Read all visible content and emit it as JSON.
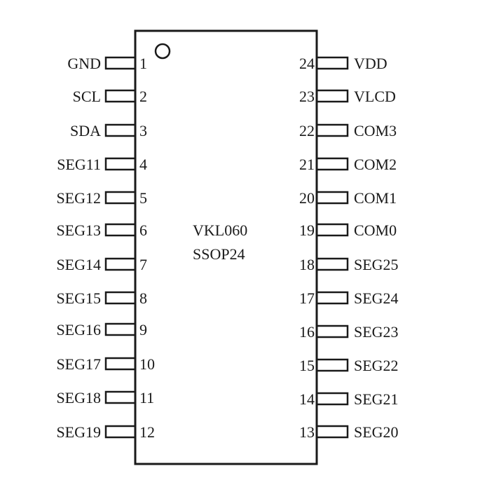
{
  "chip": {
    "part_number": "VKL060",
    "package": "SSOP24"
  },
  "pins_left": [
    {
      "number": "1",
      "name": "GND"
    },
    {
      "number": "2",
      "name": "SCL"
    },
    {
      "number": "3",
      "name": "SDA"
    },
    {
      "number": "4",
      "name": "SEG11"
    },
    {
      "number": "5",
      "name": "SEG12"
    },
    {
      "number": "6",
      "name": "SEG13"
    },
    {
      "number": "7",
      "name": "SEG14"
    },
    {
      "number": "8",
      "name": "SEG15"
    },
    {
      "number": "9",
      "name": "SEG16"
    },
    {
      "number": "10",
      "name": "SEG17"
    },
    {
      "number": "11",
      "name": "SEG18"
    },
    {
      "number": "12",
      "name": "SEG19"
    }
  ],
  "pins_right": [
    {
      "number": "24",
      "name": "VDD"
    },
    {
      "number": "23",
      "name": "VLCD"
    },
    {
      "number": "22",
      "name": "COM3"
    },
    {
      "number": "21",
      "name": "COM2"
    },
    {
      "number": "20",
      "name": "COM1"
    },
    {
      "number": "19",
      "name": "COM0"
    },
    {
      "number": "18",
      "name": "SEG25"
    },
    {
      "number": "17",
      "name": "SEG24"
    },
    {
      "number": "16",
      "name": "SEG23"
    },
    {
      "number": "15",
      "name": "SEG22"
    },
    {
      "number": "14",
      "name": "SEG21"
    },
    {
      "number": "13",
      "name": "SEG20"
    }
  ],
  "colors": {
    "line": "#1a1a1a",
    "background": "#ffffff"
  }
}
